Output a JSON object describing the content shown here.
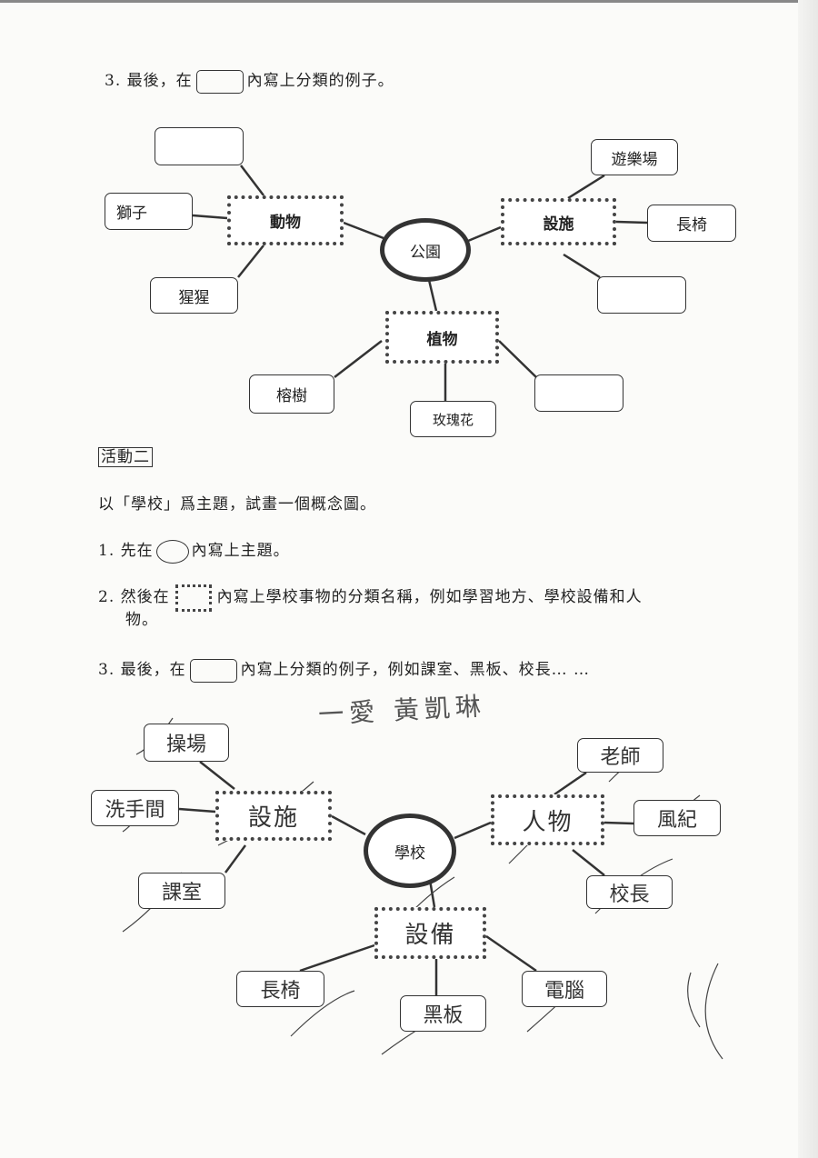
{
  "part1": {
    "step3": {
      "prefix": "3. 最後，在",
      "suffix": "內寫上分類的例子。"
    },
    "map": {
      "center": "公園",
      "categories": [
        {
          "label": "動物",
          "examples": [
            "",
            "獅子",
            "猩猩"
          ]
        },
        {
          "label": "設施",
          "examples": [
            "遊樂場",
            "長椅",
            ""
          ]
        },
        {
          "label": "植物",
          "examples": [
            "榕樹",
            "玫瑰花",
            ""
          ]
        }
      ]
    }
  },
  "activity2": {
    "heading": "活動二",
    "intro": "以「學校」爲主題，試畫一個概念圖。",
    "step1": {
      "prefix": "1. 先在",
      "suffix": "內寫上主題。"
    },
    "step2": {
      "prefix": "2. 然後在",
      "suffix": "內寫上學校事物的分類名稱，例如學習地方、學校設備和人",
      "cont": "物。"
    },
    "step3": {
      "prefix": "3. 最後，在",
      "suffix": "內寫上分類的例子，例如課室、黑板、校長… …"
    },
    "student_name": "一愛 黃凱琳",
    "map": {
      "center": "學校",
      "categories": [
        {
          "label": "設施",
          "examples": [
            "操場",
            "洗手間",
            "課室"
          ]
        },
        {
          "label": "人物",
          "examples": [
            "老師",
            "風紀",
            "校長"
          ]
        },
        {
          "label": "設備",
          "examples": [
            "長椅",
            "黑板",
            "電腦"
          ]
        }
      ]
    }
  }
}
